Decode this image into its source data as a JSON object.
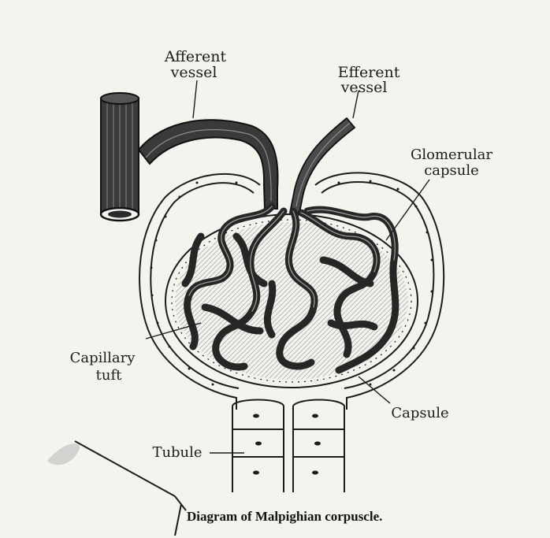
{
  "labels": {
    "afferent_line1": "Afferent",
    "afferent_line2": "vessel",
    "efferent_line1": "Efferent",
    "efferent_line2": "vessel",
    "glomerular_line1": "Glomerular",
    "glomerular_line2": "capsule",
    "capillary_line1": "Capillary",
    "capillary_line2": "tuft",
    "capsule": "Capsule",
    "tubule": "Tubule"
  },
  "caption": "Diagram of Malpighian corpuscle.",
  "colors": {
    "paper": "#f4f3ee",
    "ink": "#1c1c1c",
    "vessel": "#2a2a2a",
    "hatch": "#6a6a6a"
  }
}
